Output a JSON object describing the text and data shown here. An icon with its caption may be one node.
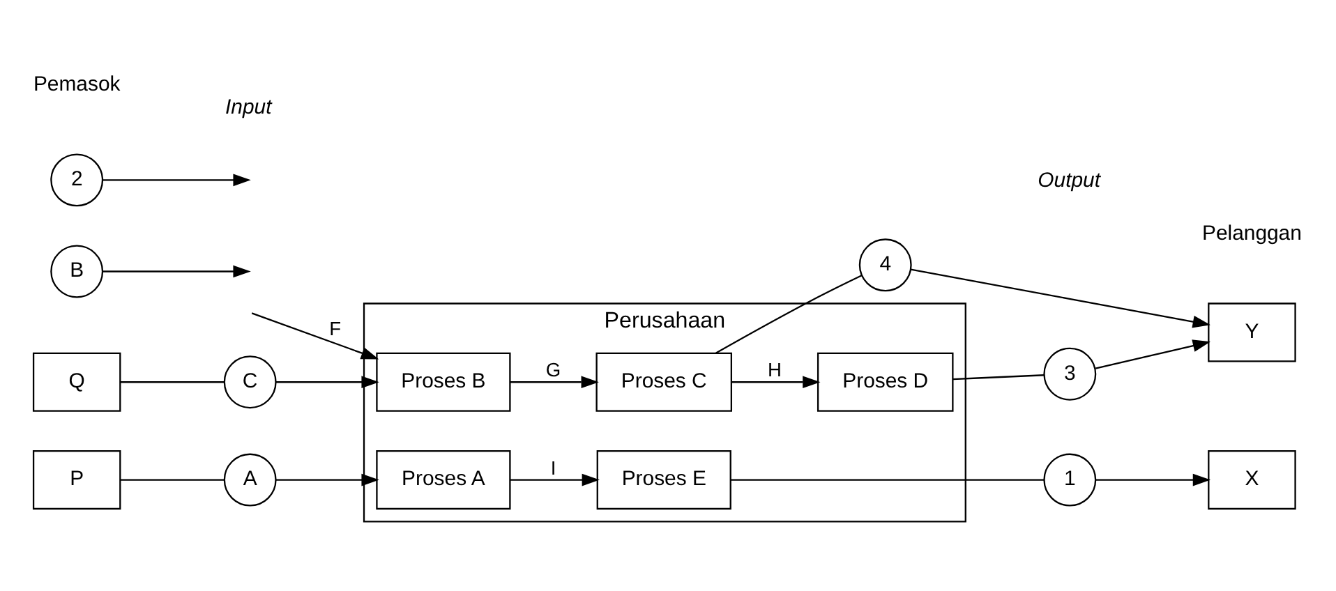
{
  "diagram": {
    "nodes": [
      {
        "text": [
          "Perusahaan"
        ]
      },
      {
        "text": [
          "P"
        ]
      },
      {
        "text": [
          "Q"
        ]
      },
      {
        "text": [
          "A"
        ]
      },
      {
        "text": [
          "B"
        ]
      },
      {
        "text": [
          "C"
        ]
      },
      {
        "text": [
          "Proses A"
        ],
        "in": 0
      },
      {
        "text": [
          "Proses E"
        ],
        "in": 0
      },
      {
        "text": [
          "Proses B"
        ],
        "in": 0
      },
      {
        "text": [
          "Proses D"
        ],
        "in": 0
      },
      {
        "text": [
          "Proses C"
        ],
        "in": 0
      },
      {
        "text": [
          "1"
        ]
      },
      {
        "text": [
          "2"
        ]
      },
      {
        "text": [
          "3"
        ]
      },
      {
        "text": [
          "4"
        ]
      },
      {
        "text": [
          "X"
        ]
      },
      {
        "text": [
          "Y"
        ]
      }
    ],
    "edges": [
      {
        "from": 1,
        "to": 3,
        "arrow": "none"
      },
      {
        "from": 3,
        "to": 6,
        "arrow": "to"
      },
      {
        "from": 4,
        "to": null,
        "arrow": "to"
      },
      {
        "from": 2,
        "to": 5,
        "arrow": "none"
      },
      {
        "from": 5,
        "to": 8,
        "arrow": "to"
      },
      {
        "from": 6,
        "to": 7,
        "arrow": "to",
        "label": "I"
      },
      {
        "from": null,
        "to": 8,
        "arrow": "to",
        "label": "F"
      },
      {
        "from": 8,
        "to": 10,
        "arrow": "to",
        "label": "G"
      },
      {
        "from": 10,
        "to": 9,
        "arrow": "to",
        "label": "H"
      },
      {
        "from": 7,
        "to": 11,
        "arrow": "none"
      },
      {
        "from": 11,
        "to": 15,
        "arrow": "to"
      },
      {
        "from": 12,
        "to": null,
        "arrow": "to"
      },
      {
        "from": 9,
        "to": 13,
        "arrow": "none"
      },
      {
        "from": 13,
        "to": 16,
        "arrow": "to"
      },
      {
        "from": 10,
        "to": 14,
        "arrow": "none"
      },
      {
        "from": 14,
        "to": 16,
        "arrow": "to"
      }
    ],
    "labels": [
      "Input",
      "Output",
      "Pemasok",
      "Pelanggan"
    ]
  }
}
